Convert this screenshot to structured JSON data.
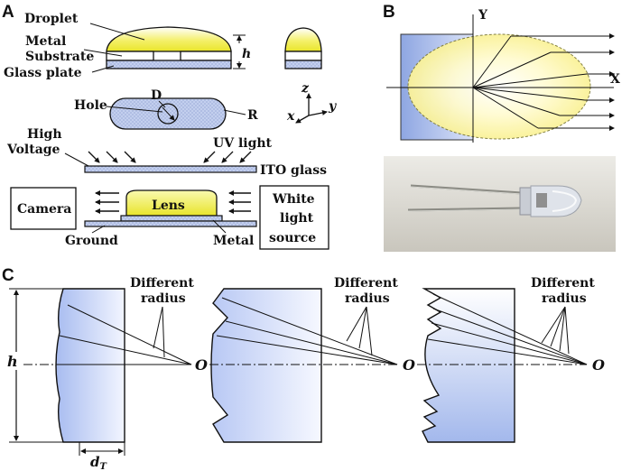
{
  "panels": {
    "a": {
      "letter": "A",
      "droplet": "Droplet",
      "metal": "Metal",
      "substrate": "Substrate",
      "glass_plate": "Glass plate",
      "h": "h",
      "hole": "Hole",
      "d": "D",
      "r": "R",
      "axis_z": "z",
      "axis_x": "x",
      "axis_y": "y",
      "high": "High",
      "voltage": "Voltage",
      "uv_light": "UV light",
      "ito_glass": "ITO glass",
      "camera": "Camera",
      "lens": "Lens",
      "white": "White",
      "light": "light",
      "source": "source",
      "ground": "Ground",
      "metal_bottom": "Metal"
    },
    "b": {
      "letter": "B",
      "axis_y": "Y",
      "axis_x": "X"
    },
    "c": {
      "letter": "C",
      "different_1": "Different",
      "radius_1": "radius",
      "different_2": "Different",
      "radius_2": "radius",
      "different_3": "Different",
      "radius_3": "radius",
      "o1": "O",
      "o2": "O",
      "o3": "O",
      "h": "h",
      "d": "d",
      "d_sub": "T"
    }
  },
  "colors": {
    "droplet_yellow": "#f2ee3a",
    "lens_blue": "#8fa8e8",
    "hatch_blue": "#aebde0",
    "glass_fill": "#c8d4ee",
    "ellipse_yellow": "#fdf7a8"
  }
}
